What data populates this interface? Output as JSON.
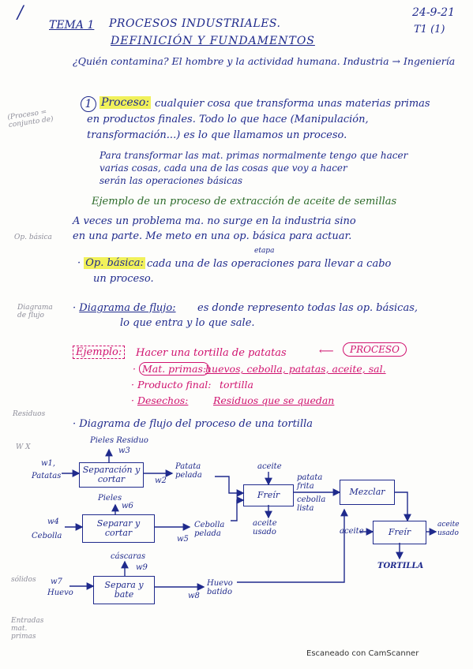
{
  "header": {
    "tema": "TEMA 1",
    "title_line1": "PROCESOS INDUSTRIALES.",
    "title_line2": "DEFINICIÓN Y FUNDAMENTOS",
    "date": "24-9-21",
    "page_ref": "T1 (1)"
  },
  "question": "¿Quién contamina? El hombre y la actividad humana. Industria → Ingeniería",
  "proceso": {
    "number": "1",
    "term": "Proceso:",
    "line1": "cualquier cosa que transforma unas materias primas",
    "line2": "en productos finales. Todo lo que hace (Manipulación,",
    "line3": "transformación...) es lo que llamamos un proceso.",
    "box_line1": "Para transformar las mat. primas normalmente tengo que hacer",
    "box_line2": "varias cosas, cada una de las cosas que voy a hacer",
    "box_line3": "serán las operaciones básicas"
  },
  "margin_notes": {
    "proceso_note": "(Proceso = conjunto de)",
    "op_note": "Op. básica",
    "diagrama_note": "Diagrama de flujo",
    "residuos_note": "Residuos",
    "w_note": "W X",
    "solidos_note": "sólidos",
    "entradas_note": "Entradas mat. primas"
  },
  "example_heading": "Ejemplo de un proceso de extracción de aceite de semillas",
  "example_text_line1": "A veces un problema ma. no surge en la industria sino",
  "example_text_line2": "en una parte. Me meto en una op. básica para actuar.",
  "op_basica": {
    "term": "Op. básica:",
    "line1": "cada una de las operaciones para llevar a cabo",
    "superscript": "etapa",
    "line2": "un proceso."
  },
  "diagrama": {
    "term": "Diagrama de flujo:",
    "line1": "es donde represento todas las op. básicas,",
    "line2": "lo que entra y lo que sale."
  },
  "ejemplo": {
    "label": "Ejemplo:",
    "line1": "Hacer una tortilla de patatas",
    "proceso_tag": "PROCESO",
    "mat_label": "Mat. primas:",
    "mat_value": "huevos, cebolla, patatas, aceite, sal.",
    "prod_label": "Producto final:",
    "prod_value": "tortilla",
    "des_label": "Desechos:",
    "des_value": "Residuos que se quedan"
  },
  "diagram_title": "Diagrama de flujo del proceso de una tortilla",
  "flow": {
    "box_separacion": "Separación y cortar",
    "box_separar_cortar": "Separar y cortar",
    "box_separa_bate": "Separa y bate",
    "box_freir1": "Freír",
    "box_mezclar": "Mezclar",
    "box_freir2": "Freír",
    "pieles_residuo": "Pieles Residuo",
    "w3": "w3",
    "w1": "w1,",
    "patatas": "Patatas",
    "w2": "w2",
    "patata_pelada": "Patata pelada",
    "pieles": "Pieles",
    "w6": "w6",
    "w4": "w4",
    "cebolla": "Cebolla",
    "cebolla_pelada": "Cebolla pelada",
    "w5": "w5",
    "cascaras": "cáscaras",
    "w9": "w9",
    "w7": "w7",
    "huevo": "Huevo",
    "huevo_batido": "Huevo batido",
    "w8": "w8",
    "aceite_in1": "aceite",
    "patata_frita": "patata frita",
    "cebolla_lista": "cebolla lista",
    "aceite_usado1": "aceite usado",
    "aceite_in2": "aceite",
    "aceite_usado2": "aceite usado",
    "tortilla_out": "TORTILLA"
  },
  "footer": "Escaneado con CamScanner",
  "colors": {
    "ink": "#1f2a8c",
    "green": "#2c6b2a",
    "pink": "#d0136f",
    "highlight": "#f1f15a"
  }
}
